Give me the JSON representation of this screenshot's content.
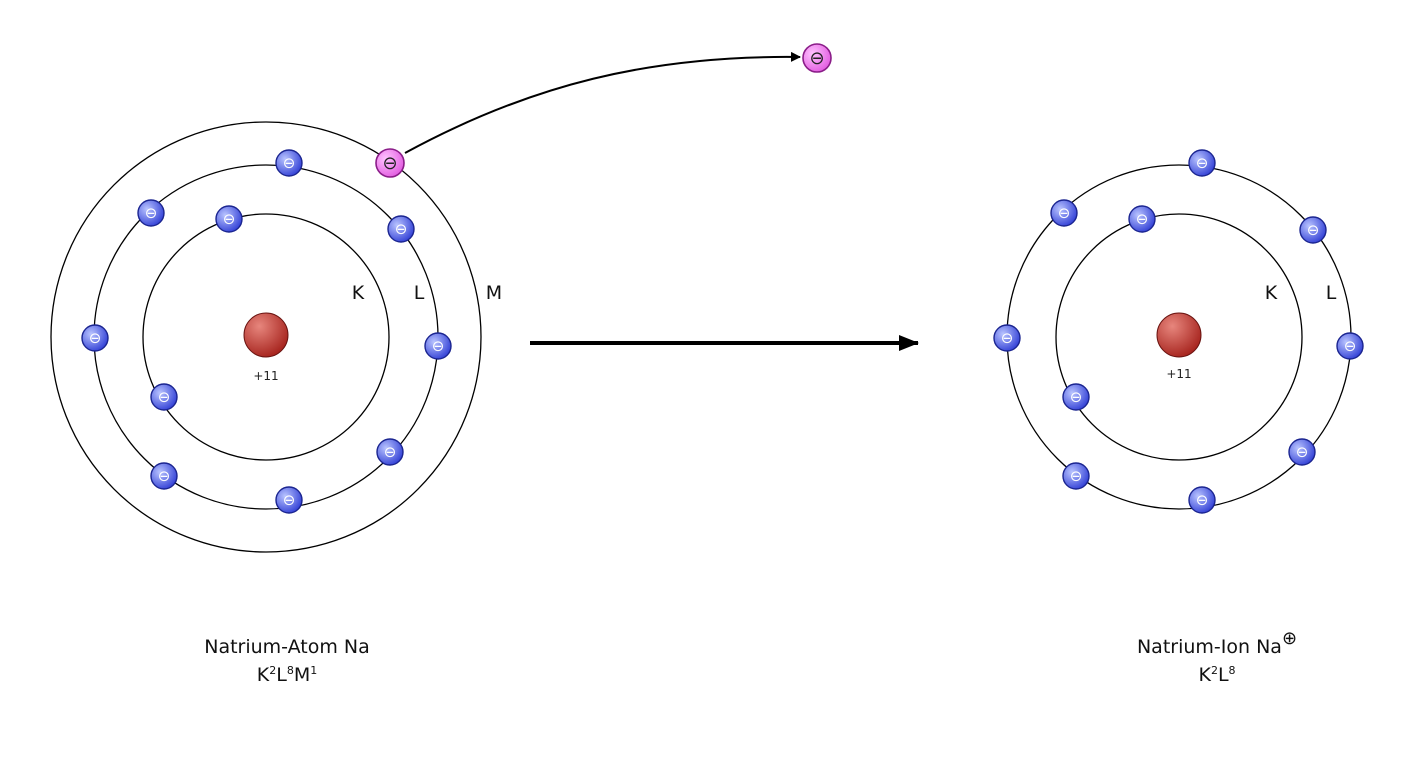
{
  "colors": {
    "orbit": "#000000",
    "electron": "#3341d6",
    "electron_highlight": "#b9c4ff",
    "ejected_electron": "#e25ce0",
    "ejected_highlight": "#ffc3ff",
    "nucleus": "#a5221c",
    "nucleus_highlight": "#e7867d",
    "arrow": "#000000"
  },
  "atom": {
    "nucleus_charge": "+11",
    "shell_labels": {
      "k": "K",
      "l": "L",
      "m": "M"
    },
    "electron_symbol": "⊖",
    "ejected_electron_symbol": "⊖",
    "caption": {
      "name": "Natrium-Atom Na",
      "formula": [
        {
          "base": "K",
          "sup": "2"
        },
        {
          "base": "L",
          "sup": "8"
        },
        {
          "base": "M",
          "sup": "1"
        }
      ]
    }
  },
  "ion": {
    "nucleus_charge": "+11",
    "shell_labels": {
      "k": "K",
      "l": "L"
    },
    "electron_symbol": "⊖",
    "caption": {
      "name": "Natrium-Ion Na",
      "charge_symbol": "⊕",
      "formula": [
        {
          "base": "K",
          "sup": "2"
        },
        {
          "base": "L",
          "sup": "8"
        }
      ]
    }
  }
}
